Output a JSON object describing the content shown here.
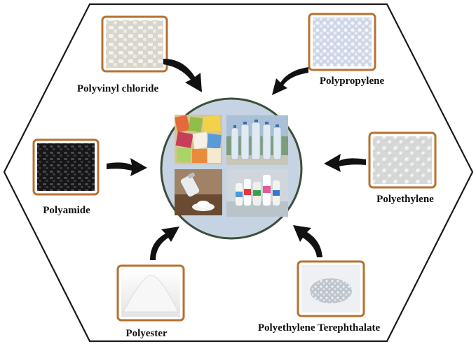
{
  "diagram": {
    "center": {
      "panels": [
        "food-packaging-photo",
        "water-bottles-photo",
        "salt-photo",
        "milk-bottles-photo"
      ]
    },
    "materials": [
      {
        "id": "pvc",
        "label": "Polyvinyl chloride",
        "swatch": "#e8e6dd"
      },
      {
        "id": "pp",
        "label": "Polypropylene",
        "swatch": "#dfe5ef"
      },
      {
        "id": "pa",
        "label": "Polyamide",
        "swatch": "#2a2a2c"
      },
      {
        "id": "pe",
        "label": "Polyethylene",
        "swatch": "#e3e4e2"
      },
      {
        "id": "pes",
        "label": "Polyester",
        "swatch": "#f4f4f4"
      },
      {
        "id": "pet",
        "label": "Polyethylene Terephthalate",
        "swatch": "#d9dde3"
      }
    ],
    "colors": {
      "frame": "#b8702e",
      "hexagon": "#1a1a1a",
      "circle_fill": "#c6d3e3",
      "circle_stroke": "#3c4f3a",
      "arrow": "#111111"
    }
  }
}
